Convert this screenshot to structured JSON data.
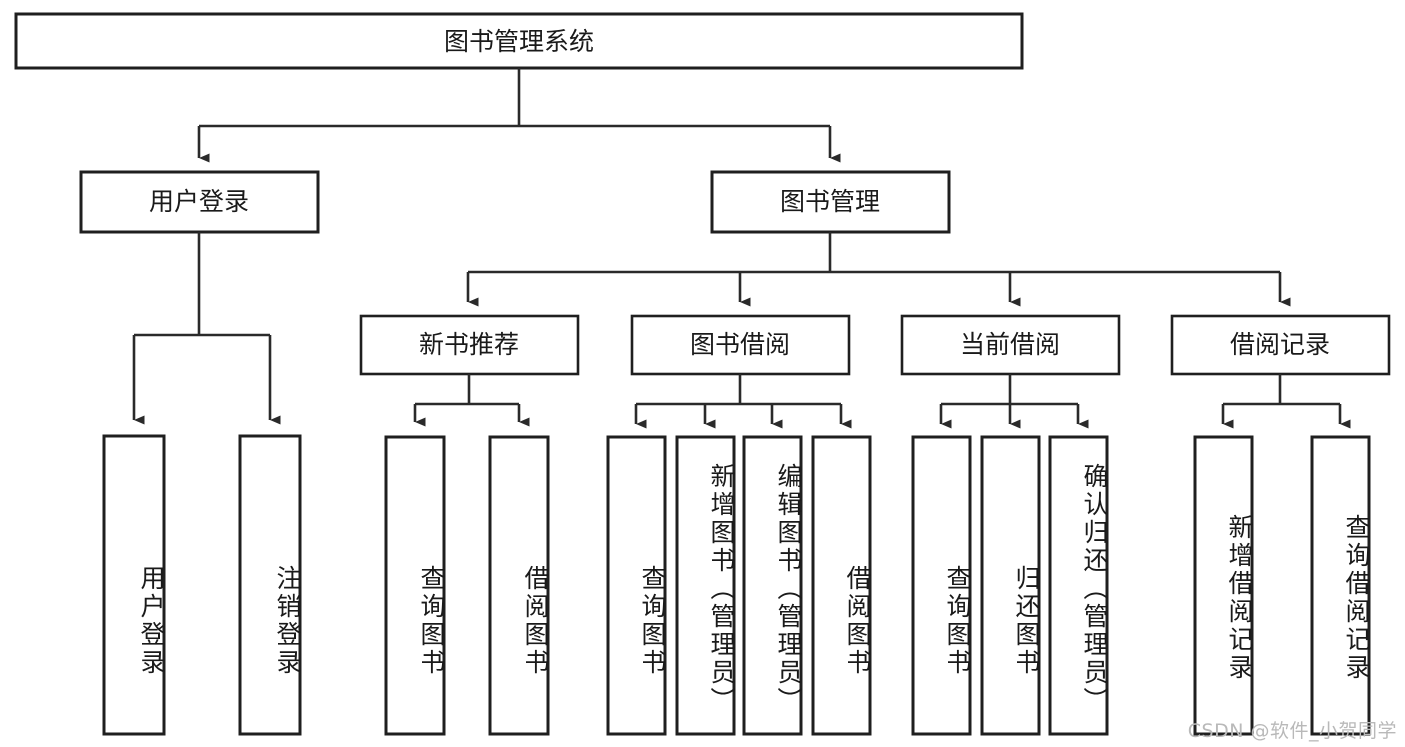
{
  "diagram": {
    "type": "tree-hierarchy",
    "title": "图书管理系统",
    "root": {
      "id": "root",
      "label": "图书管理系统",
      "orientation": "horizontal"
    },
    "level2": [
      {
        "id": "user-login",
        "label": "用户登录",
        "orientation": "horizontal"
      },
      {
        "id": "book-manage",
        "label": "图书管理",
        "orientation": "horizontal"
      }
    ],
    "level3": [
      {
        "id": "new-book-rec",
        "label": "新书推荐",
        "orientation": "horizontal",
        "parent": "book-manage"
      },
      {
        "id": "book-borrow",
        "label": "图书借阅",
        "orientation": "horizontal",
        "parent": "book-manage"
      },
      {
        "id": "current-borrow",
        "label": "当前借阅",
        "orientation": "horizontal",
        "parent": "book-manage"
      },
      {
        "id": "borrow-record",
        "label": "借阅记录",
        "orientation": "horizontal",
        "parent": "book-manage"
      }
    ],
    "leaves": [
      {
        "id": "leaf-user-login",
        "label": "用户登录",
        "parent": "user-login",
        "orientation": "vertical"
      },
      {
        "id": "leaf-user-logout",
        "label": "注销登录",
        "parent": "user-login",
        "orientation": "vertical"
      },
      {
        "id": "leaf-query-book-1",
        "label": "查询图书",
        "parent": "new-book-rec",
        "orientation": "vertical"
      },
      {
        "id": "leaf-borrow-book-1",
        "label": "借阅图书",
        "parent": "new-book-rec",
        "orientation": "vertical"
      },
      {
        "id": "leaf-query-book-2",
        "label": "查询图书",
        "parent": "book-borrow",
        "orientation": "vertical"
      },
      {
        "id": "leaf-add-book",
        "label": "新增图书（管理员）",
        "parent": "book-borrow",
        "orientation": "vertical"
      },
      {
        "id": "leaf-edit-book",
        "label": "编辑图书（管理员）",
        "parent": "book-borrow",
        "orientation": "vertical"
      },
      {
        "id": "leaf-borrow-book-2",
        "label": "借阅图书",
        "parent": "book-borrow",
        "orientation": "vertical"
      },
      {
        "id": "leaf-query-book-3",
        "label": "查询图书",
        "parent": "current-borrow",
        "orientation": "vertical"
      },
      {
        "id": "leaf-return-book",
        "label": "归还图书",
        "parent": "current-borrow",
        "orientation": "vertical"
      },
      {
        "id": "leaf-confirm-return",
        "label": "确认归还（管理员）",
        "parent": "current-borrow",
        "orientation": "vertical"
      },
      {
        "id": "leaf-add-record",
        "label": "新增借阅记录",
        "parent": "borrow-record",
        "orientation": "vertical"
      },
      {
        "id": "leaf-query-record",
        "label": "查询借阅记录",
        "parent": "borrow-record",
        "orientation": "vertical"
      }
    ],
    "watermark": "CSDN @软件_小贺同学",
    "colors": {
      "box_stroke": "#1f1f1f",
      "box_fill": "#ffffff",
      "connector": "#2a2a2a",
      "text": "#1a1a1a",
      "watermark": "#b9b9b9",
      "background": "#ffffff"
    }
  }
}
